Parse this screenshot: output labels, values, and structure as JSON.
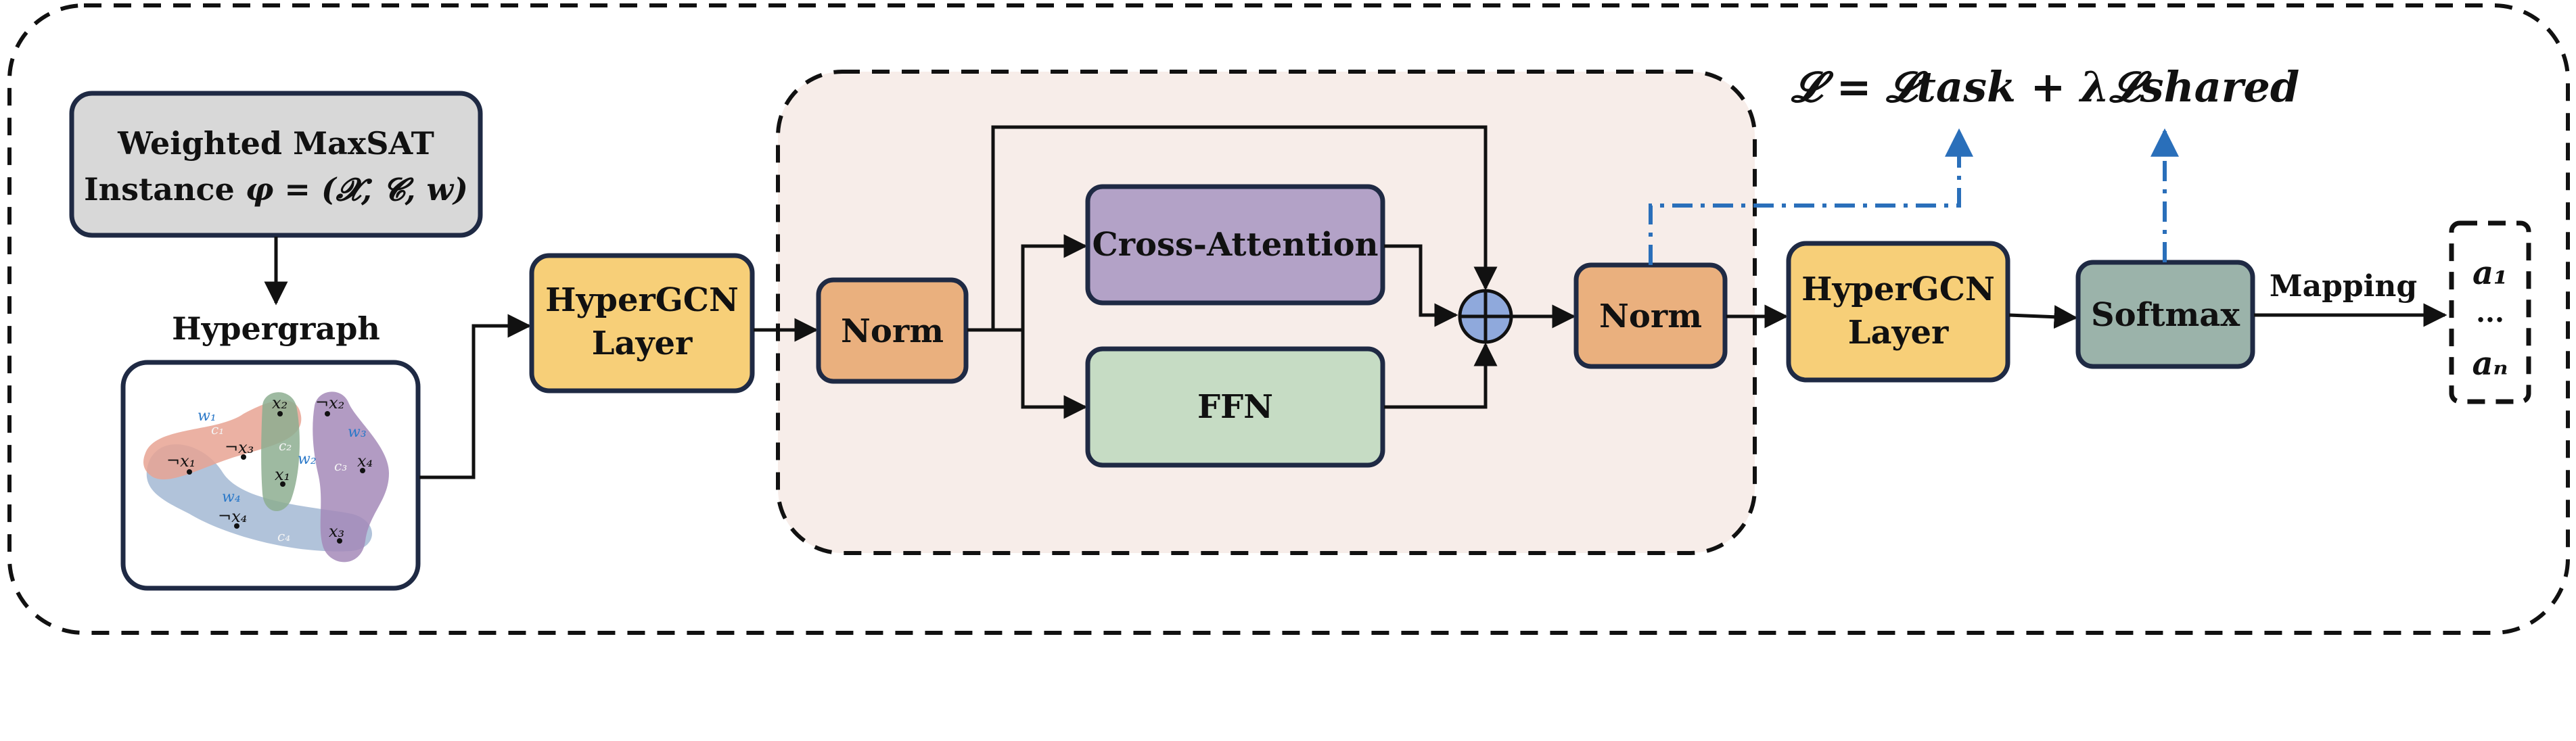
{
  "colors": {
    "outer_border": "#111111",
    "inner_bg": "#f7ede9",
    "gray_box": "#d8d8d8",
    "yellow_box": "#f7cf78",
    "orange_box": "#eab07e",
    "purple_box": "#b3a2c7",
    "green_box": "#c6dcc4",
    "teal_box": "#9bb3aa",
    "box_border": "#1f2a44",
    "add_circle": "#8fa9dc",
    "loss_arrow": "#2a6fba",
    "edge_red": "#e8a393",
    "edge_green": "#8dae90",
    "edge_purple": "#a58ab8",
    "edge_blue": "#a3b8d4"
  },
  "input": {
    "line1": "Weighted MaxSAT",
    "line2_text": "Instance ",
    "line2_math": "φ = (𝓧, 𝓒, w)"
  },
  "hypergraph": {
    "title": "Hypergraph",
    "nodes": [
      "¬x₁",
      "¬x₃",
      "x₂",
      "¬x₂",
      "x₁",
      "x₄",
      "¬x₄",
      "x₃"
    ],
    "weights": [
      "w₁",
      "w₂",
      "w₃",
      "w₄"
    ],
    "clauses": [
      "c₁",
      "c₂",
      "c₃",
      "c₄"
    ]
  },
  "blocks": {
    "hypergcn1": [
      "HyperGCN",
      "Layer"
    ],
    "norm1": "Norm",
    "cross_attention": "Cross-Attention",
    "ffn": "FFN",
    "norm2": "Norm",
    "hypergcn2": [
      "HyperGCN",
      "Layer"
    ],
    "softmax": "Softmax"
  },
  "mapping_label": "Mapping",
  "output": {
    "top": "a₁",
    "mid": "...",
    "bottom": "aₙ"
  },
  "loss": "𝓛 = 𝓛task + λ𝓛shared"
}
